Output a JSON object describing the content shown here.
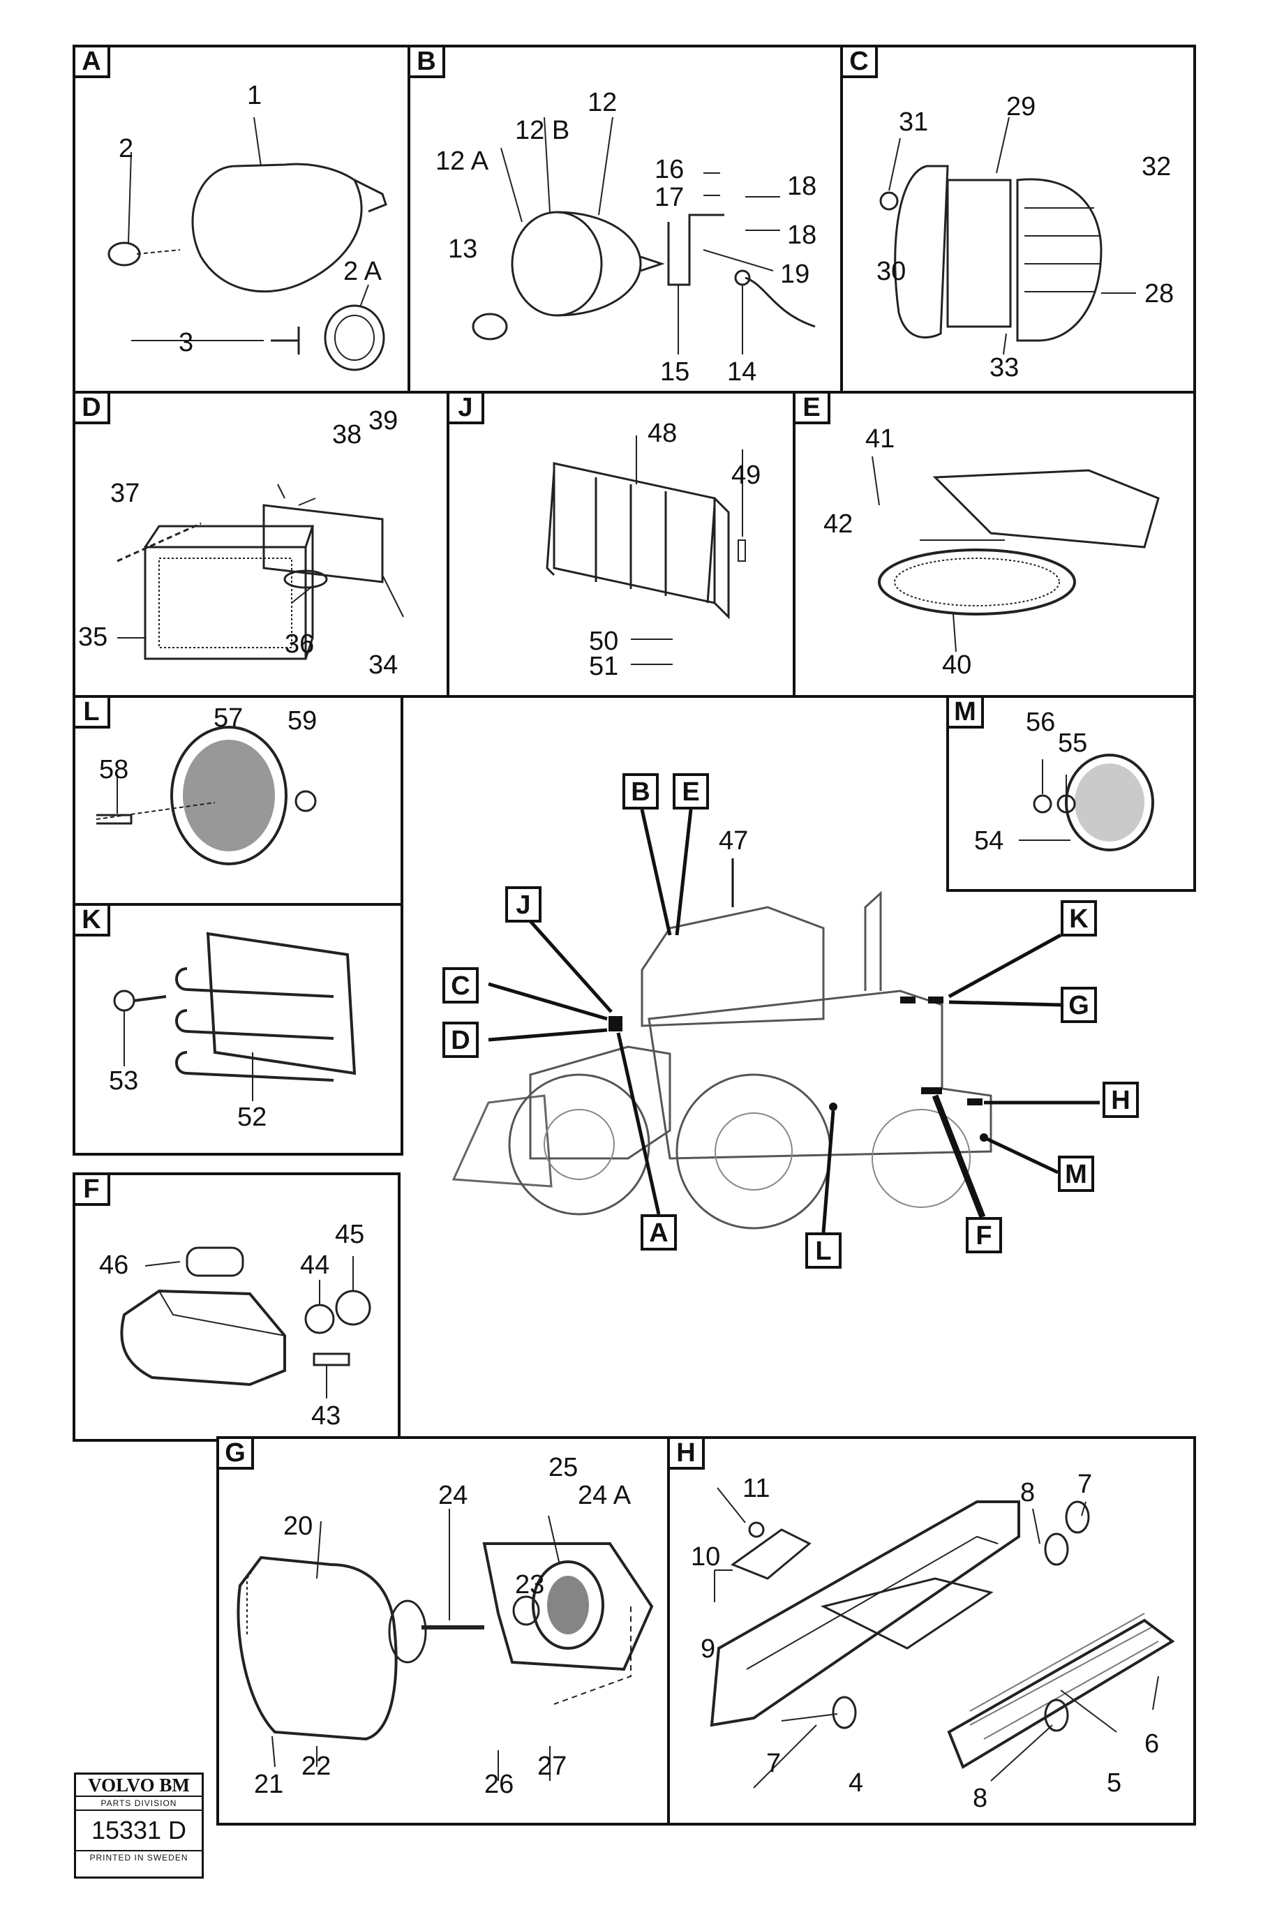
{
  "panels": {
    "A": {
      "letter": "A",
      "labels": [
        "1",
        "2",
        "2 A",
        "3"
      ]
    },
    "B": {
      "letter": "B",
      "labels": [
        "12",
        "12 B",
        "12 A",
        "13",
        "16",
        "17",
        "18",
        "18",
        "19",
        "15",
        "14"
      ]
    },
    "C": {
      "letter": "C",
      "labels": [
        "31",
        "29",
        "32",
        "30",
        "28",
        "33"
      ]
    },
    "D": {
      "letter": "D",
      "labels": [
        "38",
        "39",
        "37",
        "35",
        "36",
        "34"
      ]
    },
    "J": {
      "letter": "J",
      "labels": [
        "48",
        "49",
        "50",
        "51"
      ]
    },
    "E": {
      "letter": "E",
      "labels": [
        "41",
        "42",
        "40"
      ]
    },
    "L": {
      "letter": "L",
      "labels": [
        "57",
        "59",
        "58"
      ]
    },
    "M": {
      "letter": "M",
      "labels": [
        "56",
        "55",
        "54"
      ]
    },
    "K": {
      "letter": "K",
      "labels": [
        "53",
        "52"
      ]
    },
    "F": {
      "letter": "F",
      "labels": [
        "46",
        "44",
        "45",
        "43"
      ]
    },
    "G": {
      "letter": "G",
      "labels": [
        "25",
        "24",
        "24 A",
        "20",
        "23",
        "21",
        "22",
        "26",
        "27"
      ]
    },
    "H": {
      "letter": "H",
      "labels": [
        "11",
        "10",
        "9",
        "8",
        "7",
        "7",
        "6",
        "5",
        "4",
        "8"
      ]
    }
  },
  "machine": {
    "part_label": "47",
    "callouts": [
      "B",
      "E",
      "J",
      "K",
      "C",
      "G",
      "D",
      "H",
      "M",
      "A",
      "L",
      "F"
    ]
  },
  "logo": {
    "brand": "VOLVO BM",
    "division": "PARTS DIVISION",
    "code": "15331 D",
    "printed": "PRINTED IN SWEDEN"
  }
}
